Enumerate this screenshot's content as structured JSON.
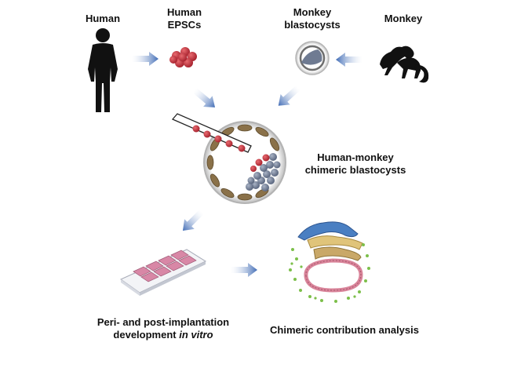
{
  "labels": {
    "human": "Human",
    "human_epscs_line1": "Human",
    "human_epscs_line2": "EPSCs",
    "monkey_blastocysts_line1": "Monkey",
    "monkey_blastocysts_line2": "blastocysts",
    "monkey": "Monkey",
    "chimeric_line1": "Human-monkey",
    "chimeric_line2": "chimeric blastocysts",
    "development_line1": "Peri- and post-implantation",
    "development_line2_prefix": "development ",
    "development_line2_italic": "in vitro",
    "analysis": "Chimeric contribution analysis"
  },
  "colors": {
    "arrow": "#4a73b8",
    "human_cell": "#c8303a",
    "monkey_cell": "#7d8aa2",
    "trophectoderm": "#8a7149",
    "zona": "#c9c9c9",
    "well": "#d887a6",
    "ectoderm": "#4a7fc2",
    "mesoderm": "#e0c47a",
    "endoderm": "#d9849a",
    "chimeric_cells": "#7cbf4a"
  },
  "icons": [
    "human-silhouette-icon",
    "monkey-silhouette-icon"
  ]
}
